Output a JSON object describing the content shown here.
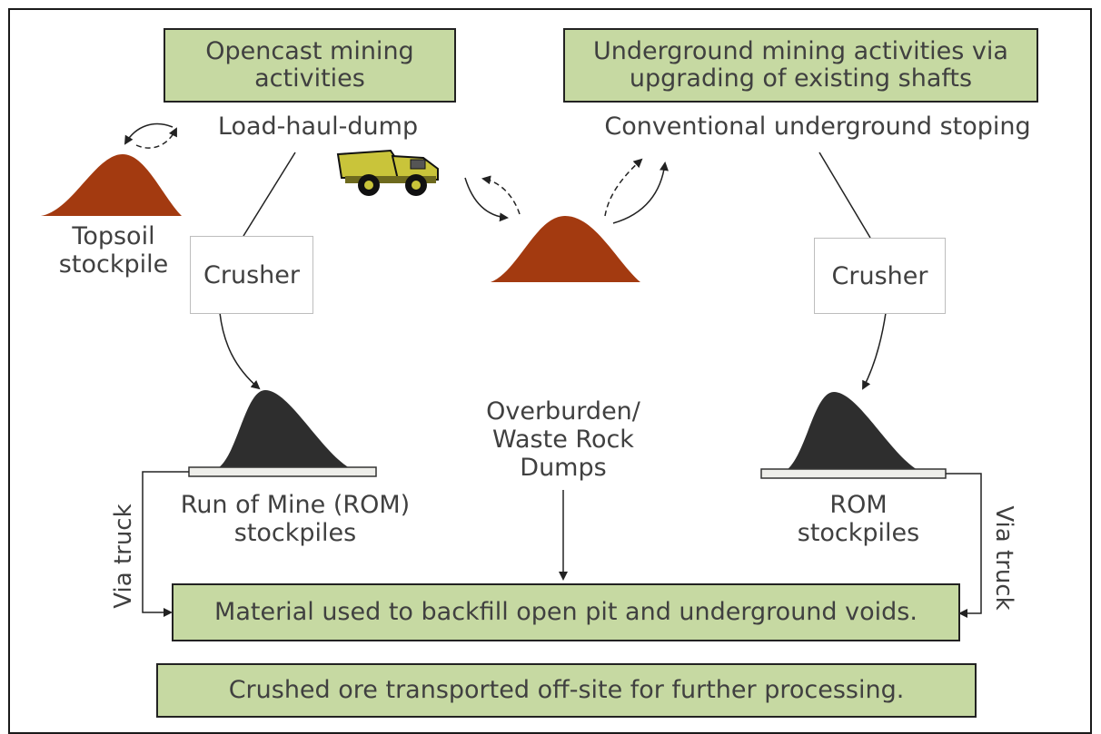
{
  "boxes": {
    "opencast": "Opencast mining\nactivities",
    "underground": "Underground mining activities via\nupgrading of existing shafts",
    "backfill": "Material used to backfill open pit and underground voids.",
    "crushed_ore": "Crushed ore transported off-site for further processing.",
    "crusher_left": "Crusher",
    "crusher_right": "Crusher"
  },
  "labels": {
    "load_haul_dump": "Load-haul-dump",
    "conventional": "Conventional underground stoping",
    "topsoil": "Topsoil\nstockpile",
    "overburden": "Overburden/\nWaste Rock\nDumps",
    "rom_left": "Run of Mine (ROM)\nstockpiles",
    "rom_right": "ROM\nstockpiles",
    "via_truck_left": "Via truck",
    "via_truck_right": "Via truck"
  },
  "colors": {
    "box_fill": "#c6d9a2",
    "soil": "#a33a10",
    "ore": "#2e2e2e",
    "truck_body": "#c9c43a"
  },
  "icons": [
    "haul-truck-icon",
    "topsoil-pile-icon",
    "waste-rock-pile-icon",
    "ore-pile-icon"
  ]
}
